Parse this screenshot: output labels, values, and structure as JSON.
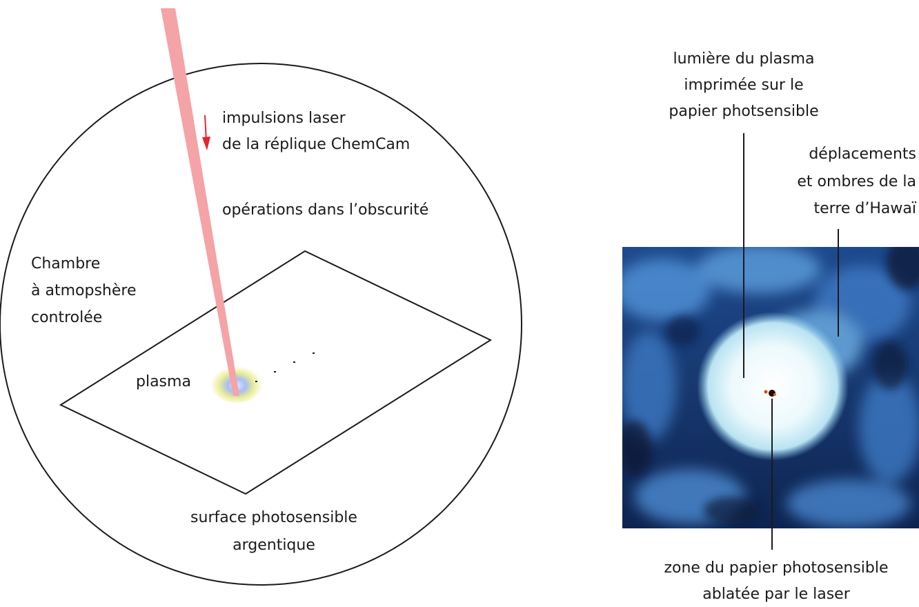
{
  "left_panel": {
    "laser_label": [
      "impulsions laser",
      "de la réplique ChemCam"
    ],
    "dark_label": "opérations dans l’obscurité",
    "chamber_label": [
      "Chambre",
      "à atmopshère",
      "controlée"
    ],
    "plasma_label": "plasma",
    "surface_label": [
      "surface photosensible",
      "argentique"
    ]
  },
  "right_panel": {
    "plasma_light_label": [
      "lumière du plasma",
      "imprimée sur le",
      "papier photsensible"
    ],
    "displacement_label": [
      "déplacements",
      "et ombres de la",
      "terre d’Hawaï"
    ],
    "ablated_label": [
      "zone du papier photosensible",
      "ablatée par le laser"
    ]
  },
  "colors": {
    "laser_beam": "#f4a3a6",
    "arrow": "#e8242b",
    "photo_dark": "#0a1a3a",
    "photo_mid": "#2f67b3",
    "photo_glow": "#e4f6fb"
  }
}
